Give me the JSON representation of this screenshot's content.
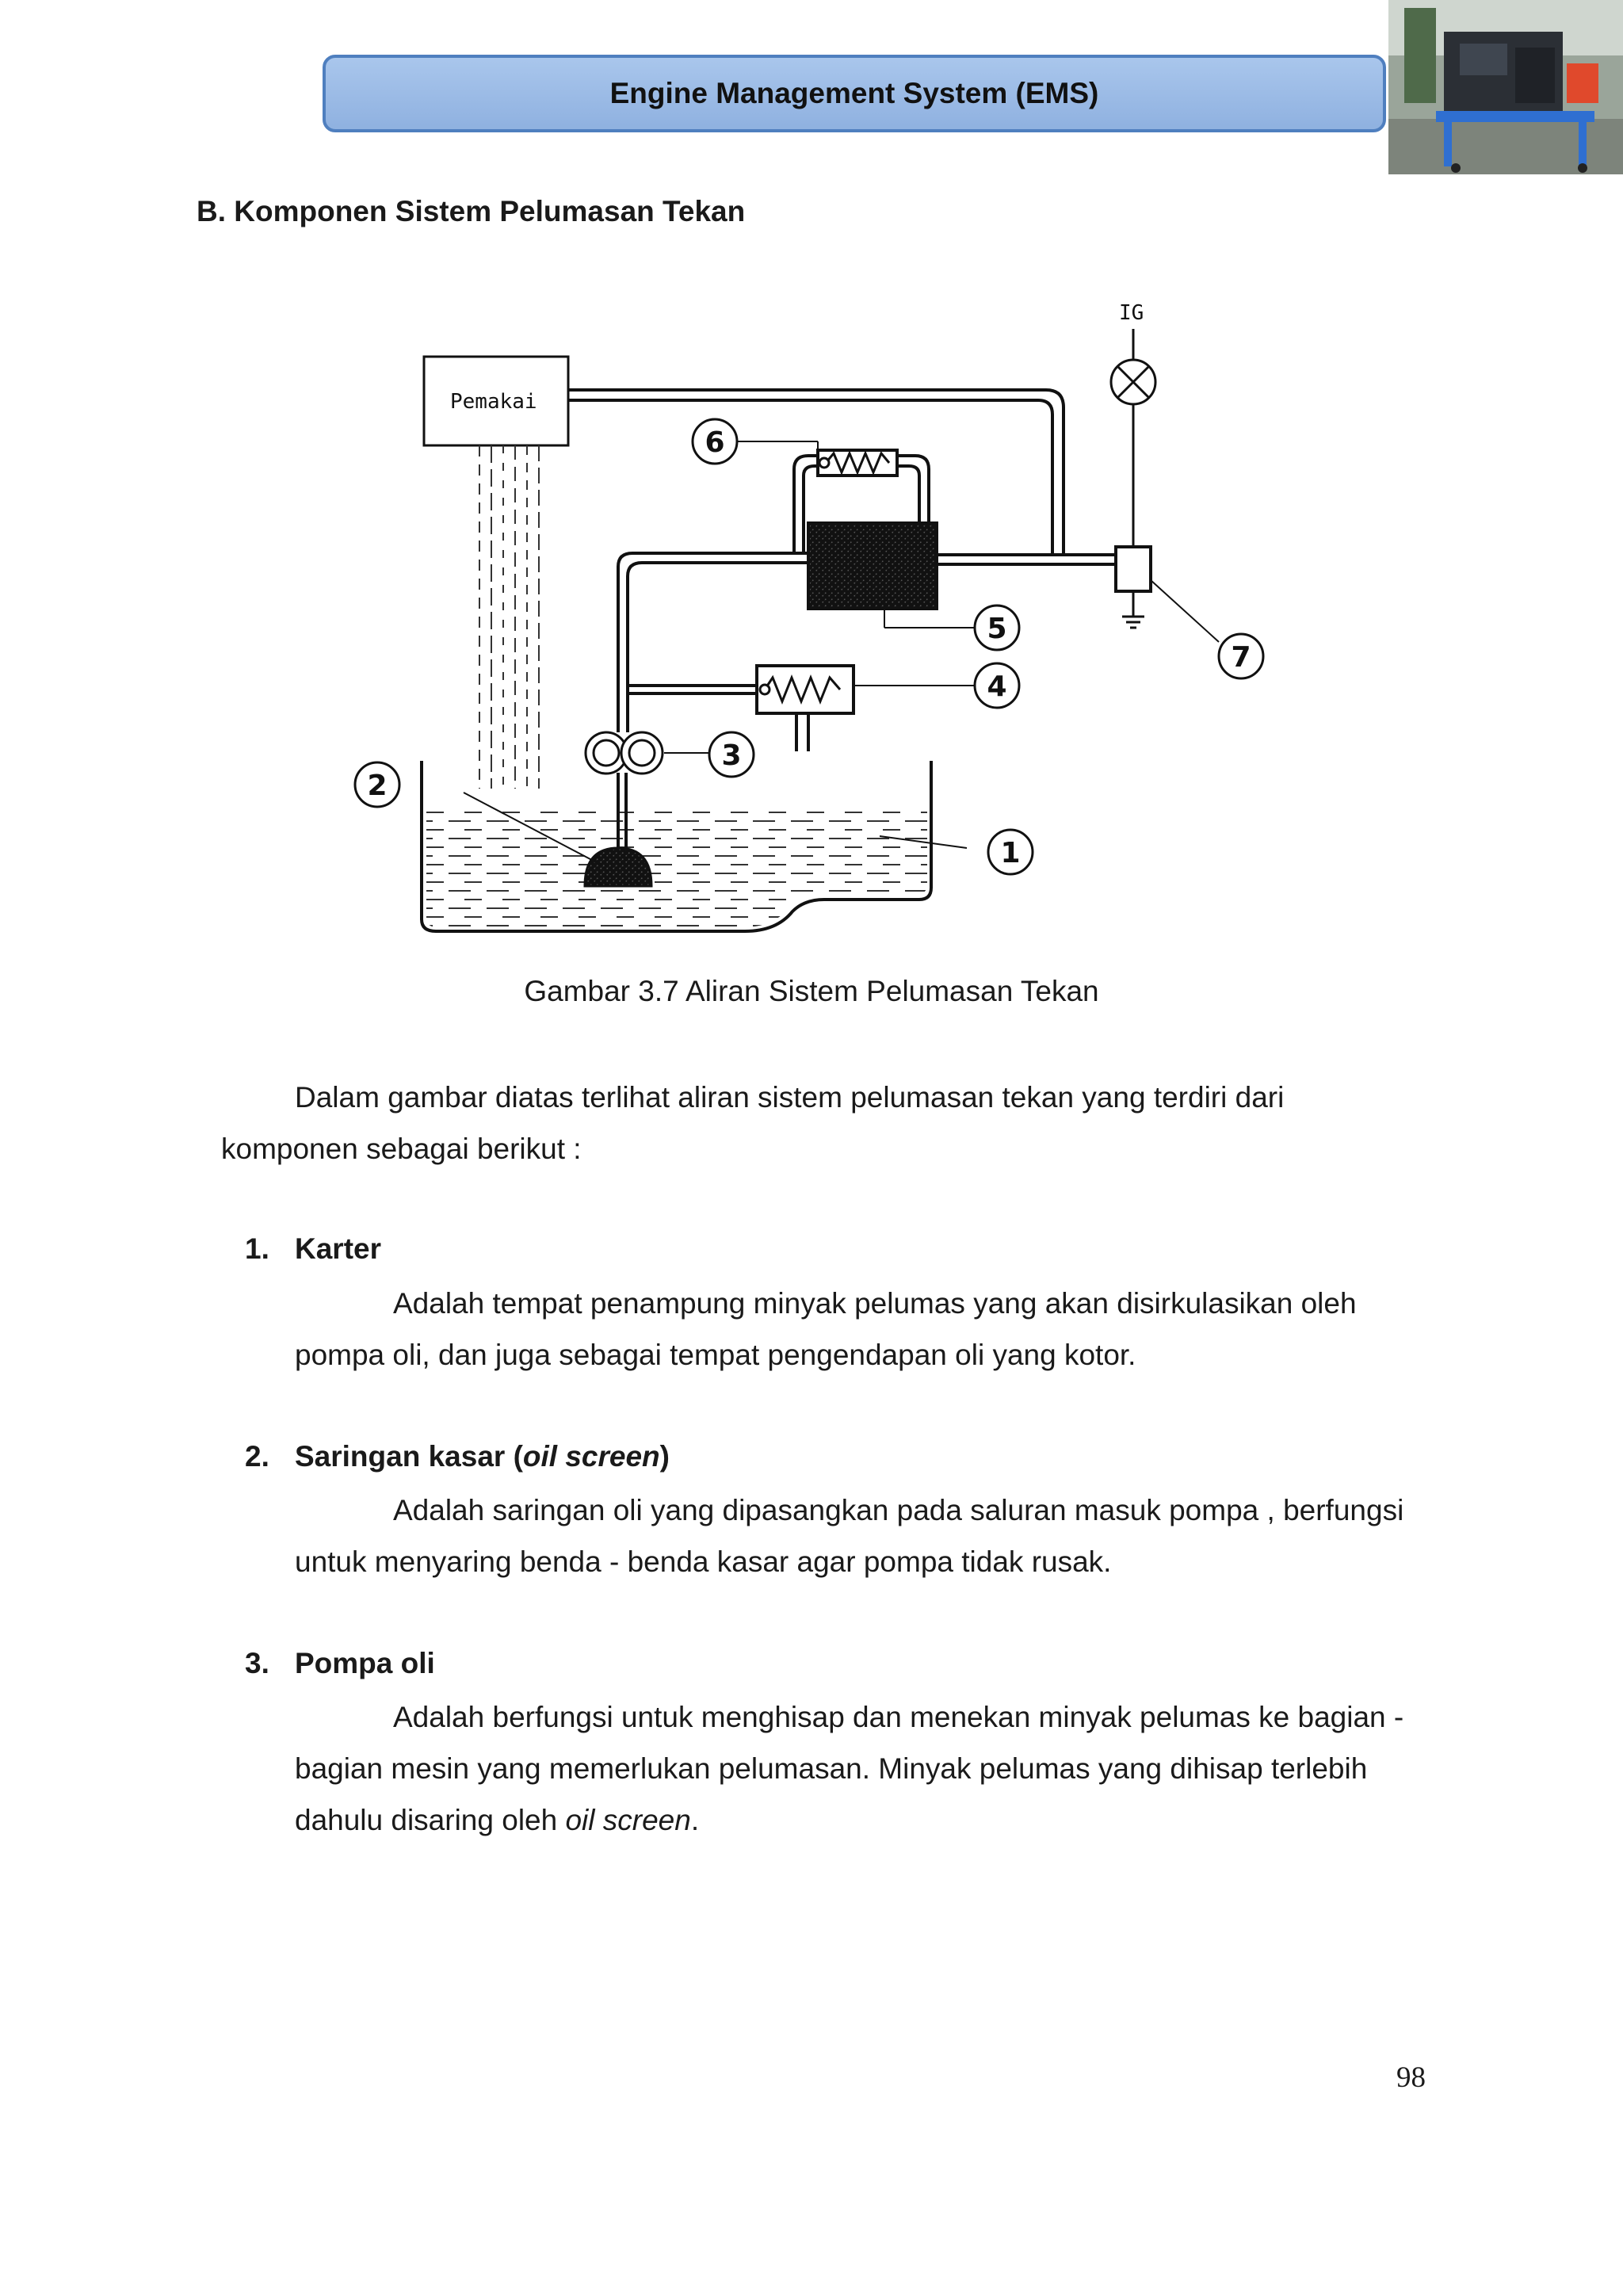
{
  "header": {
    "title": "Engine Management System (EMS)"
  },
  "section": {
    "title": "B. Komponen Sistem Pelumasan Tekan"
  },
  "figure": {
    "pemakai_label": "Pemakai",
    "ig_label": "IG",
    "callouts": [
      "1",
      "2",
      "3",
      "4",
      "5",
      "6",
      "7"
    ],
    "caption": "Gambar 3.7 Aliran Sistem Pelumasan Tekan"
  },
  "intro": {
    "line1": "Dalam gambar diatas terlihat aliran sistem pelumasan tekan yang terdiri dari",
    "line2": "komponen sebagai berikut :"
  },
  "items": [
    {
      "number": "1.",
      "title": "Karter",
      "line1": "Adalah tempat penampung minyak pelumas yang akan disirkulasikan oleh",
      "line2": "pompa oli, dan juga sebagai tempat pengendapan oli yang kotor."
    },
    {
      "number": "2.",
      "title_prefix": "Saringan kasar (",
      "title_italic": "oil screen",
      "title_suffix": ")",
      "line1": "Adalah saringan oli yang dipasangkan pada saluran masuk pompa , berfungsi",
      "line2": "untuk menyaring benda - benda kasar agar pompa tidak rusak."
    },
    {
      "number": "3.",
      "title": "Pompa oli",
      "line1": "Adalah berfungsi untuk menghisap dan menekan minyak pelumas ke bagian -",
      "line2": "bagian mesin yang memerlukan pelumasan. Minyak pelumas yang dihisap terlebih",
      "line3_prefix": "dahulu disaring oleh ",
      "line3_italic": "oil screen",
      "line3_suffix": "."
    }
  ],
  "page": {
    "number": "98"
  }
}
